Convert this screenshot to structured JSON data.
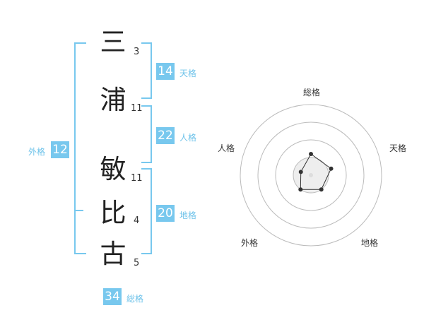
{
  "name": {
    "chars": [
      {
        "char": "三",
        "strokes": "3"
      },
      {
        "char": "浦",
        "strokes": "11"
      },
      {
        "char": "敏",
        "strokes": "11"
      },
      {
        "char": "比",
        "strokes": "4"
      },
      {
        "char": "古",
        "strokes": "5"
      }
    ]
  },
  "fortunes": {
    "tenkaku": {
      "value": "14",
      "label": "天格"
    },
    "jinkaku": {
      "value": "22",
      "label": "人格"
    },
    "chikaku": {
      "value": "20",
      "label": "地格"
    },
    "gaikaku": {
      "value": "12",
      "label": "外格"
    },
    "soukaku": {
      "value": "34",
      "label": "総格"
    }
  },
  "radar": {
    "labels": {
      "top": "総格",
      "right": "天格",
      "bottom_right": "地格",
      "bottom_left": "外格",
      "left": "人格"
    },
    "values": [
      1.2,
      1.2,
      1.0,
      1.0,
      0.6
    ],
    "max": 4,
    "colors": {
      "ring": "#bbbbbb",
      "fill": "#eeeeee",
      "line": "#333333",
      "center": "#dddddd"
    }
  },
  "colors": {
    "accent": "#78c8ee",
    "accent_text": "#6fc3ea"
  }
}
